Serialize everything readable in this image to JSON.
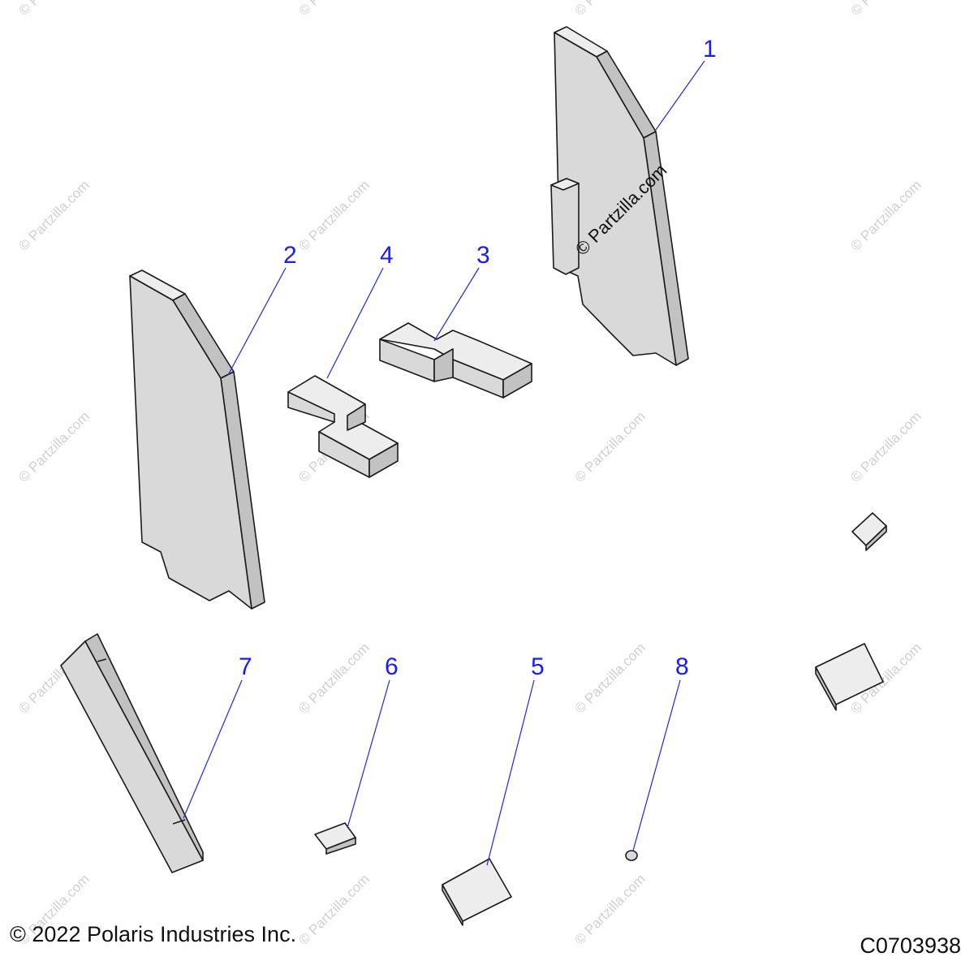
{
  "callouts": [
    "1",
    "2",
    "3",
    "4",
    "5",
    "6",
    "7",
    "8"
  ],
  "watermark": "© Partzilla.com",
  "copyright": "© 2022 Polaris Industries Inc.",
  "drawing_code": "C0703938",
  "colors": {
    "callout": "#1a1aff",
    "line": "#1a1a1a",
    "part_fill": "#d9d9d9"
  }
}
